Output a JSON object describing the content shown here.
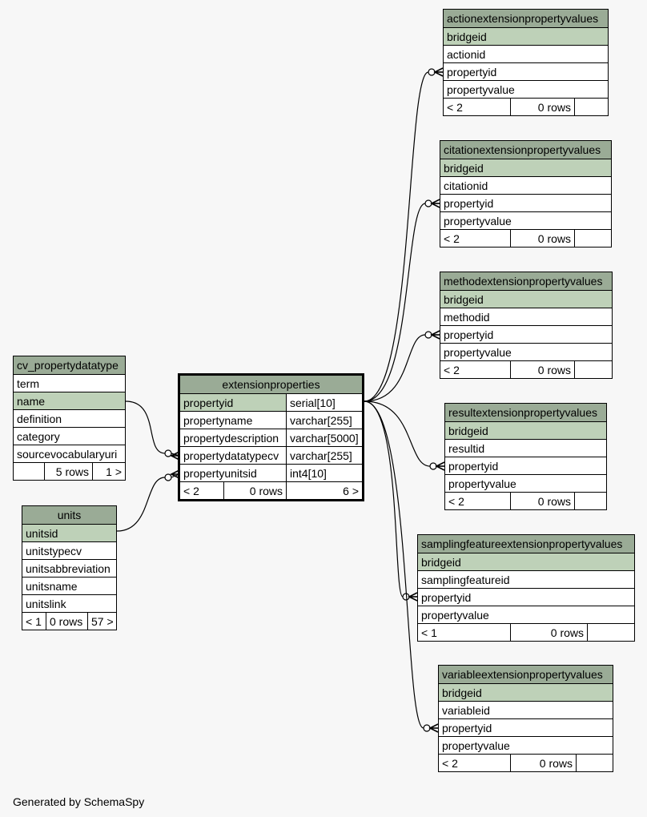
{
  "tables": {
    "actionextensionpropertyvalues": {
      "title": "actionextensionpropertyvalues",
      "columns": [
        "bridgeid",
        "actionid",
        "propertyid",
        "propertyvalue"
      ],
      "footer": {
        "parents": "< 2",
        "rows": "0 rows",
        "children": ""
      }
    },
    "citationextensionpropertyvalues": {
      "title": "citationextensionpropertyvalues",
      "columns": [
        "bridgeid",
        "citationid",
        "propertyid",
        "propertyvalue"
      ],
      "footer": {
        "parents": "< 2",
        "rows": "0 rows",
        "children": ""
      }
    },
    "methodextensionpropertyvalues": {
      "title": "methodextensionpropertyvalues",
      "columns": [
        "bridgeid",
        "methodid",
        "propertyid",
        "propertyvalue"
      ],
      "footer": {
        "parents": "< 2",
        "rows": "0 rows",
        "children": ""
      }
    },
    "resultextensionpropertyvalues": {
      "title": "resultextensionpropertyvalues",
      "columns": [
        "bridgeid",
        "resultid",
        "propertyid",
        "propertyvalue"
      ],
      "footer": {
        "parents": "< 2",
        "rows": "0 rows",
        "children": ""
      }
    },
    "samplingfeatureextensionpropertyvalues": {
      "title": "samplingfeatureextensionpropertyvalues",
      "columns": [
        "bridgeid",
        "samplingfeatureid",
        "propertyid",
        "propertyvalue"
      ],
      "footer": {
        "parents": "< 1",
        "rows": "0 rows",
        "children": ""
      }
    },
    "variableextensionpropertyvalues": {
      "title": "variableextensionpropertyvalues",
      "columns": [
        "bridgeid",
        "variableid",
        "propertyid",
        "propertyvalue"
      ],
      "footer": {
        "parents": "< 2",
        "rows": "0 rows",
        "children": ""
      }
    },
    "cv_propertydatatype": {
      "title": "cv_propertydatatype",
      "columns": [
        "term",
        "name",
        "definition",
        "category",
        "sourcevocabularyuri"
      ],
      "footer": {
        "parents": "",
        "rows": "5 rows",
        "children": "1 >"
      }
    },
    "units": {
      "title": "units",
      "columns": [
        "unitsid",
        "unitstypecv",
        "unitsabbreviation",
        "unitsname",
        "unitslink"
      ],
      "footer": {
        "parents": "< 1",
        "rows": "0 rows",
        "children": "57 >"
      }
    },
    "extensionproperties": {
      "title": "extensionproperties",
      "columns": [
        {
          "name": "propertyid",
          "type": "serial[10]"
        },
        {
          "name": "propertyname",
          "type": "varchar[255]"
        },
        {
          "name": "propertydescription",
          "type": "varchar[5000]"
        },
        {
          "name": "propertydatatypecv",
          "type": "varchar[255]"
        },
        {
          "name": "propertyunitsid",
          "type": "int4[10]"
        }
      ],
      "footer": {
        "parents": "< 2",
        "rows": "0 rows",
        "children": "6 >"
      }
    }
  },
  "credit": "Generated by SchemaSpy",
  "colors": {
    "header": "#9aab96",
    "primary_key": "#bed1b8",
    "background": "#f7f7f7"
  }
}
